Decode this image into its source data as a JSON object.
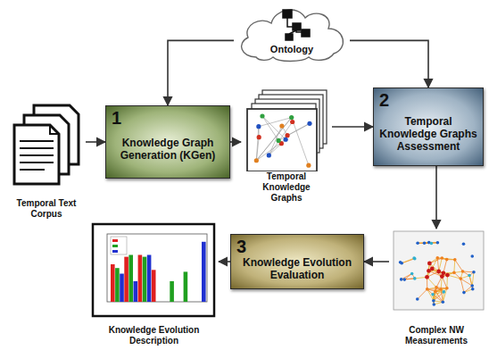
{
  "diagram": {
    "nodes": [
      {
        "text": [
          "Ontology"
        ]
      },
      {
        "text": [
          "Temporal Text Corpus"
        ]
      },
      {
        "text": [
          "1",
          "Knowledge Graph Generation (KGen)"
        ]
      },
      {
        "text": [
          "Temporal Knowledge Graphs"
        ]
      },
      {
        "text": [
          "2",
          "Temporal Knowledge Graphs Assessment"
        ]
      },
      {
        "text": [
          "Complex NW Measurements"
        ]
      },
      {
        "text": [
          "3",
          "Knowledge Evolution Evaluation"
        ]
      },
      {
        "text": [
          "Knowledge Evolution Description"
        ]
      }
    ],
    "edges": [
      {
        "from": 0,
        "to": 2,
        "arrow": "to"
      },
      {
        "from": 0,
        "to": 4,
        "arrow": "to"
      },
      {
        "from": 1,
        "to": 2,
        "arrow": "to"
      },
      {
        "from": 2,
        "to": 3,
        "arrow": "to"
      },
      {
        "from": 3,
        "to": 4,
        "arrow": "to"
      },
      {
        "from": 4,
        "to": 5,
        "arrow": "to"
      },
      {
        "from": 5,
        "to": 6,
        "arrow": "to"
      },
      {
        "from": 6,
        "to": 7,
        "arrow": "to"
      }
    ]
  }
}
